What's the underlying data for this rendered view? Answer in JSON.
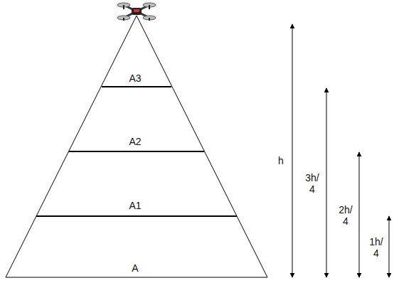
{
  "diagram": {
    "labels": [
      "A3",
      "A2",
      "A1",
      "A",
      "h",
      "3h/4",
      "2h/4",
      "1h/4"
    ]
  }
}
